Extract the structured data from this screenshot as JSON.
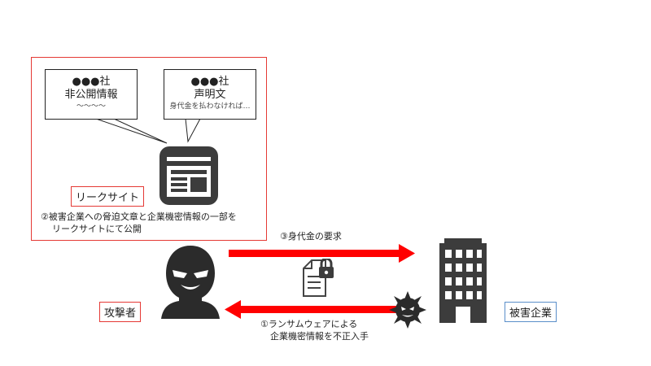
{
  "leak_site": {
    "label": "リークサイト",
    "caption_line1": "②被害企業への脅迫文章と企業機密情報の一部を",
    "caption_line2": "リークサイトにて公開"
  },
  "bubble_left": {
    "company": "●●●社",
    "title": "非公開情報",
    "detail": "～～～～"
  },
  "bubble_right": {
    "company": "●●●社",
    "title": "声明文",
    "detail": "身代金を払わなければ…"
  },
  "attacker": {
    "label": "攻撃者"
  },
  "victim": {
    "label": "被害企業"
  },
  "arrow_ransom": {
    "label": "③身代金の要求"
  },
  "arrow_theft": {
    "label_line1": "①ランサムウェアによる",
    "label_line2": "企業機密情報を不正入手"
  },
  "icons": [
    "browser-window-icon",
    "attacker-icon",
    "building-icon",
    "locked-document-icon",
    "ransomware-virus-icon"
  ],
  "colors": {
    "accent_red": "#e53935",
    "arrow_red": "#ff0000",
    "victim_border": "#5b8fc9",
    "icon_dark": "#3c3c3c"
  }
}
